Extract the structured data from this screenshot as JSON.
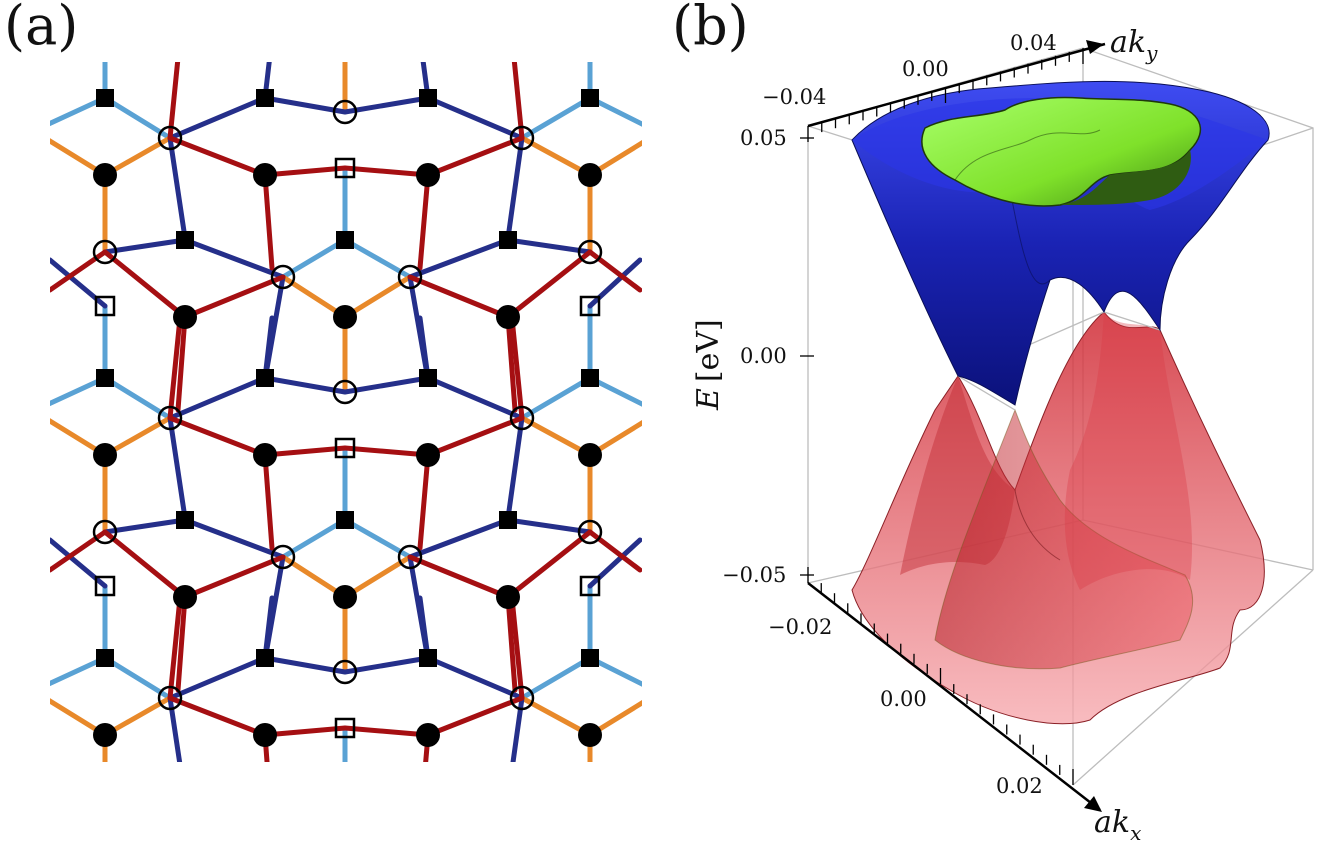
{
  "panels": {
    "a": {
      "label": "(a)"
    },
    "b": {
      "label": "(b)",
      "axes": {
        "z": {
          "label_var": "E",
          "label_unit": "[eV]",
          "ticks": [
            "0.05",
            "0.00",
            "−0.05"
          ]
        },
        "y": {
          "label_pre": "ak",
          "label_sub": "y",
          "ticks": [
            "−0.04",
            "0.00",
            "0.04"
          ]
        },
        "x": {
          "label_pre": "ak",
          "label_sub": "x",
          "ticks": [
            "−0.02",
            "0.00",
            "0.02"
          ]
        }
      }
    }
  },
  "lattice_colors": {
    "light_blue": "#5aa2d4",
    "orange": "#e8892a",
    "dark_blue": "#252f8a",
    "red": "#a50f12",
    "marker": "#000000"
  },
  "surface_colors": {
    "upper_outer": "#1f2ad6",
    "upper_inner": "#8ef03a",
    "lower": "#e0353f"
  }
}
